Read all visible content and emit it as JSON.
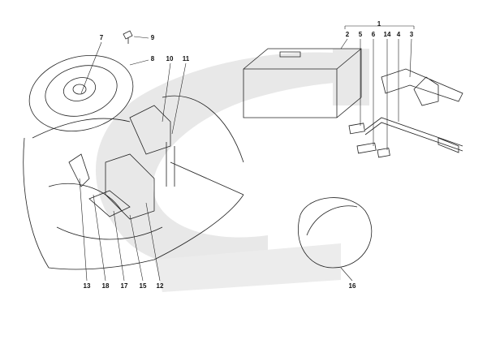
{
  "diagram": {
    "watermark_color": "#e6e6e6",
    "line_color": "#222222",
    "callouts": {
      "c1": "1",
      "c2": "2",
      "c3": "3",
      "c4": "4",
      "c5": "5",
      "c6": "6",
      "c7": "7",
      "c8": "8",
      "c9": "9",
      "c10": "10",
      "c11": "11",
      "c12": "12",
      "c13": "13",
      "c14": "14",
      "c15": "15",
      "c16": "16",
      "c17": "17",
      "c18": "18"
    }
  }
}
